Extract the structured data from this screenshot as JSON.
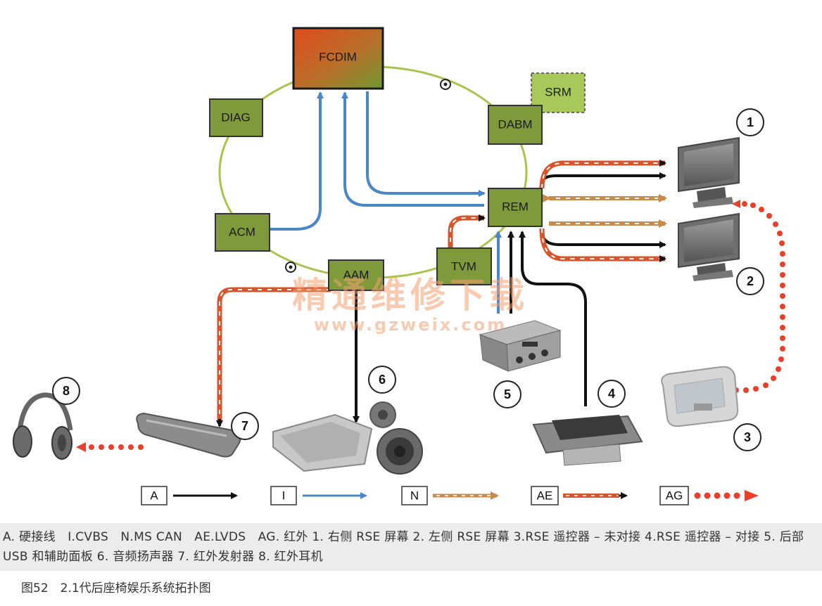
{
  "modules": {
    "fcdim": "FCDIM",
    "diag": "DIAG",
    "srm": "SRM",
    "dabm": "DABM",
    "rem": "REM",
    "acm": "ACM",
    "aam": "AAM",
    "tvm": "TVM"
  },
  "numbers": {
    "n1": "1",
    "n2": "2",
    "n3": "3",
    "n4": "4",
    "n5": "5",
    "n6": "6",
    "n7": "7",
    "n8": "8"
  },
  "legend": {
    "a": "A",
    "i": "I",
    "n": "N",
    "ae": "AE",
    "ag": "AG"
  },
  "colors": {
    "hardwire": "#111111",
    "cvbs": "#4a86c8",
    "ms_can": "#c98a4a",
    "lvds": "#d9542a",
    "infrared": "#e8402a",
    "ring": "#a9c44a",
    "module_fill": "#7f9a3a"
  },
  "watermark": {
    "cn": "精通维修下载",
    "url": "www.gzweix.com"
  },
  "caption": "A. 硬接线　I.CVBS　N.MS CAN　AE.LVDS　AG. 红外 1. 右侧 RSE 屏幕 2. 左侧 RSE 屏幕 3.RSE 遥控器 – 未对接 4.RSE 遥控器 – 对接 5. 后部 USB 和辅助面板 6. 音频扬声器 7. 红外发射器 8. 红外耳机",
  "figure_title": "图52　2.1代后座椅娱乐系统拓扑图"
}
